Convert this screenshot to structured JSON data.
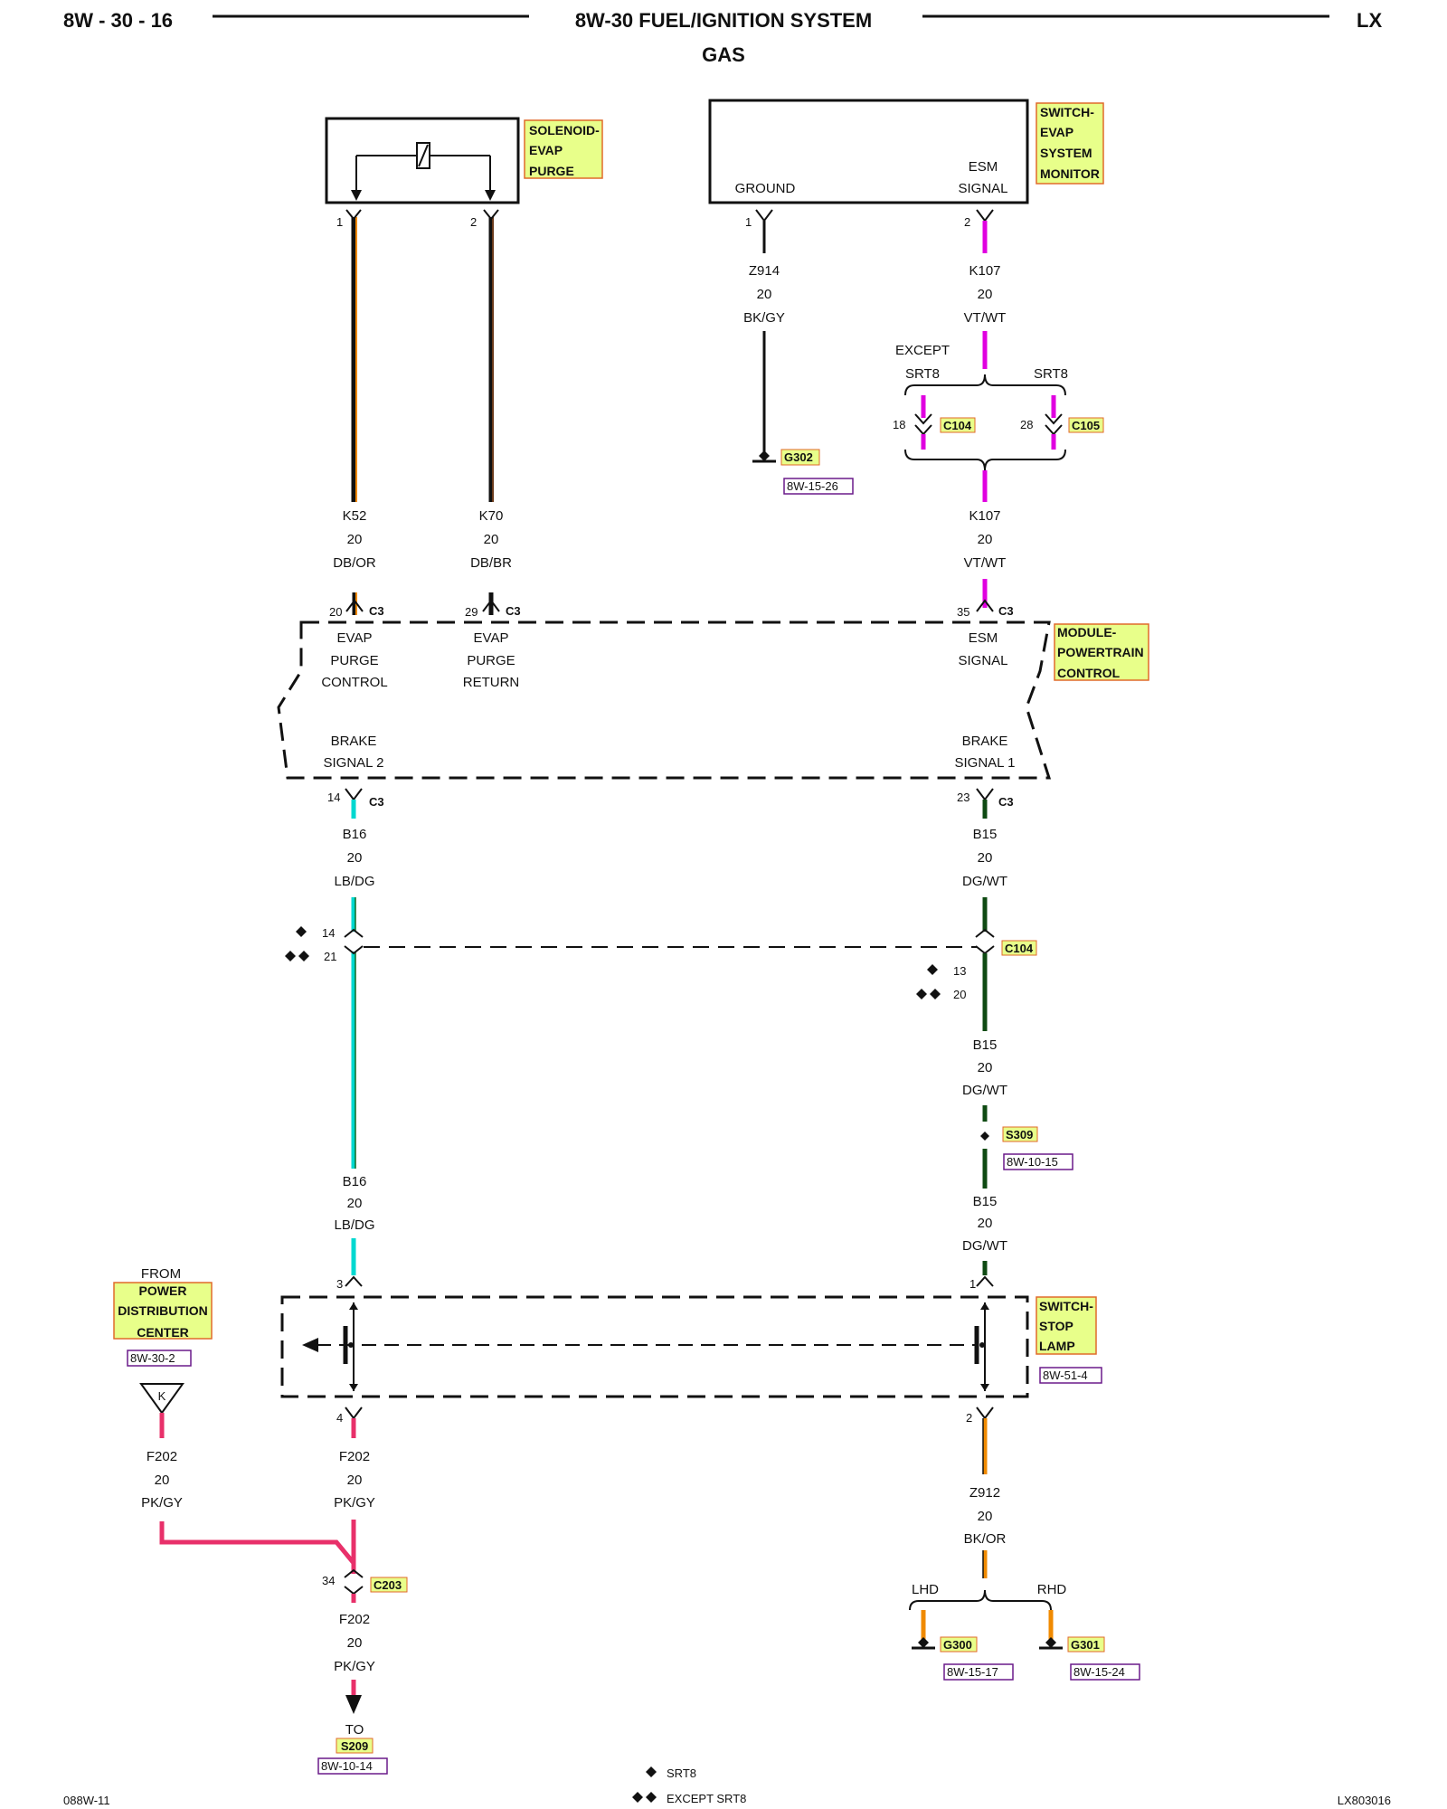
{
  "header": {
    "page_id": "8W - 30 - 16",
    "title": "8W-30 FUEL/IGNITION SYSTEM",
    "subtitle": "GAS",
    "code": "LX"
  },
  "components": {
    "solenoid_evap_purge": [
      "SOLENOID-",
      "EVAP",
      "PURGE"
    ],
    "switch_evap_monitor": [
      "SWITCH-",
      "EVAP",
      "SYSTEM",
      "MONITOR"
    ],
    "module_pcm": [
      "MODULE-",
      "POWERTRAIN",
      "CONTROL"
    ],
    "switch_stop_lamp": [
      "SWITCH-",
      "STOP",
      "LAMP"
    ],
    "power_distribution_center": [
      "POWER",
      "DISTRIBUTION",
      "CENTER"
    ]
  },
  "evap_switch_pins": {
    "ground": "GROUND",
    "esm_1": "ESM",
    "esm_2": "SIGNAL"
  },
  "pcm_pins": {
    "evap_purge_control": [
      "EVAP",
      "PURGE",
      "CONTROL"
    ],
    "evap_purge_return": [
      "EVAP",
      "PURGE",
      "RETURN"
    ],
    "esm_signal": [
      "ESM",
      "SIGNAL"
    ],
    "brake_signal_2": [
      "BRAKE",
      "SIGNAL 2"
    ],
    "brake_signal_1": [
      "BRAKE",
      "SIGNAL 1"
    ]
  },
  "pins": {
    "sol_1": "1",
    "sol_2": "2",
    "esm_gnd": "1",
    "esm_sig": "2",
    "c104_esm": "18",
    "c105_esm": "28",
    "pcm_20": "20",
    "pcm_29": "29",
    "pcm_35": "35",
    "pcm_14": "14",
    "pcm_23": "23",
    "c104_b16_a": "14",
    "c104_b16_b": "21",
    "c104_b15_a": "13",
    "c104_b15_b": "20",
    "ssl_3": "3",
    "ssl_1": "1",
    "ssl_4": "4",
    "ssl_2": "2",
    "c203_34": "34"
  },
  "connectors": {
    "c3": "C3",
    "c104": "C104",
    "c105": "C105",
    "c203": "C203"
  },
  "grounds": {
    "g302": "G302",
    "g300": "G300",
    "g301": "G301"
  },
  "splices": {
    "s309": "S309",
    "s209": "S209"
  },
  "refs": {
    "r_8w_15_26": "8W-15-26",
    "r_8w_10_15": "8W-10-15",
    "r_8w_30_2": "8W-30-2",
    "r_8w_51_4": "8W-51-4",
    "r_8w_15_17": "8W-15-17",
    "r_8w_15_24": "8W-15-24",
    "r_8w_10_14": "8W-10-14"
  },
  "wires": {
    "k52": [
      "K52",
      "20",
      "DB/OR"
    ],
    "k70": [
      "K70",
      "20",
      "DB/BR"
    ],
    "z914": [
      "Z914",
      "20",
      "BK/GY"
    ],
    "k107_top": [
      "K107",
      "20",
      "VT/WT"
    ],
    "k107_bot": [
      "K107",
      "20",
      "VT/WT"
    ],
    "b16_top": [
      "B16",
      "20",
      "LB/DG"
    ],
    "b16_bot": [
      "B16",
      "20",
      "LB/DG"
    ],
    "b15_top": [
      "B15",
      "20",
      "DG/WT"
    ],
    "b15_mid": [
      "B15",
      "20",
      "DG/WT"
    ],
    "b15_bot": [
      "B15",
      "20",
      "DG/WT"
    ],
    "f202_left": [
      "F202",
      "20",
      "PK/GY"
    ],
    "f202_mid": [
      "F202",
      "20",
      "PK/GY"
    ],
    "f202_bot": [
      "F202",
      "20",
      "PK/GY"
    ],
    "z912": [
      "Z912",
      "20",
      "BK/OR"
    ]
  },
  "branches": {
    "except_1": "EXCEPT",
    "except_2": "SRT8",
    "srt8": "SRT8",
    "lhd": "LHD",
    "rhd": "RHD"
  },
  "from_label": "FROM",
  "fuse_letter": "K",
  "to_label": "TO",
  "legend": {
    "srt8": "SRT8",
    "except_srt8": "EXCEPT SRT8"
  },
  "footer": {
    "left": "088W-11",
    "right": "LX803016"
  },
  "colors": {
    "highlight": "#E8FF8A",
    "highlight_border": "#E06A2A",
    "violet": "#E000E0",
    "light_blue": "#00D8D0",
    "dark_green": "#0E4A12",
    "pink": "#E8306A",
    "orange": "#F08A00",
    "ref_ink": "#6A1A8A"
  }
}
